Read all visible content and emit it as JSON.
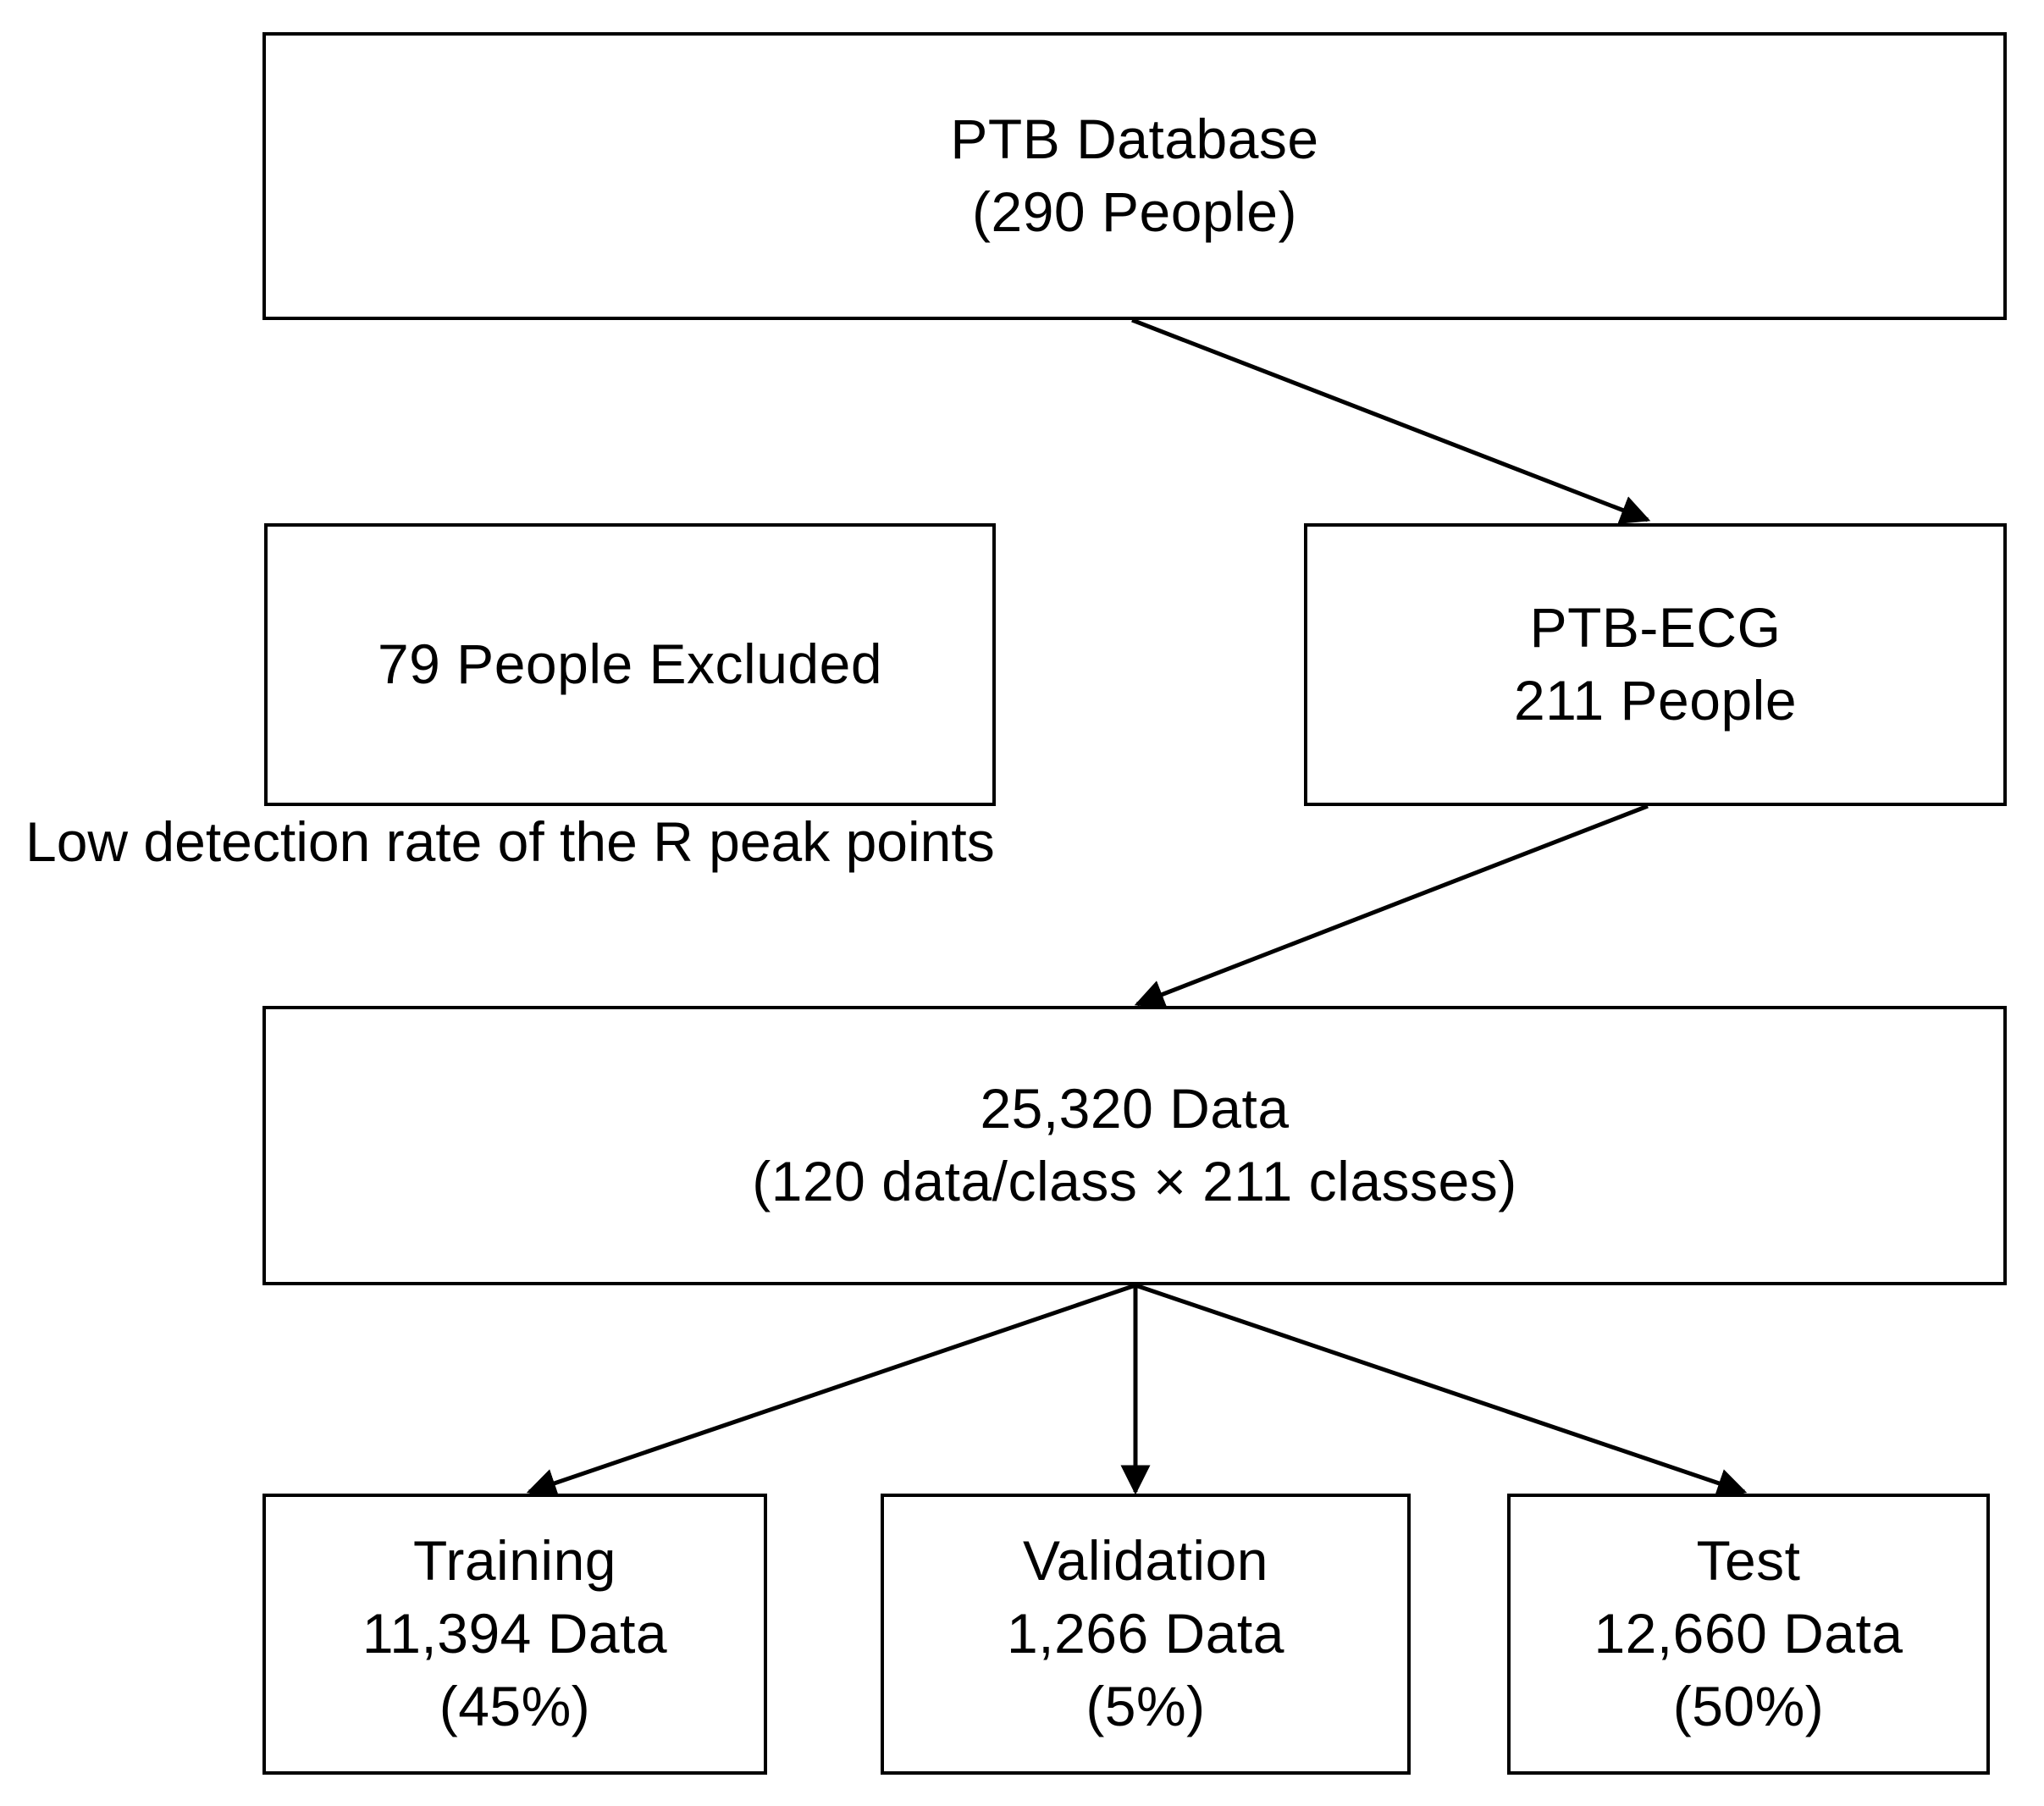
{
  "diagram": {
    "title": "PTB dataset split flowchart",
    "stroke_color": "#000000",
    "background_color": "#ffffff",
    "boxes": [
      {
        "id": "ptb-database",
        "lines": [
          "PTB Database",
          "(290 People)"
        ]
      },
      {
        "id": "excluded",
        "lines": [
          "79 People Excluded"
        ]
      },
      {
        "id": "ptb-ecg",
        "lines": [
          "PTB-ECG",
          "211 People"
        ]
      },
      {
        "id": "dataset",
        "lines": [
          "25,320 Data",
          "(120 data/class × 211 classes)"
        ]
      },
      {
        "id": "training",
        "lines": [
          "Training",
          "11,394 Data",
          "(45%)"
        ]
      },
      {
        "id": "validation",
        "lines": [
          "Validation",
          "1,266 Data",
          "(5%)"
        ]
      },
      {
        "id": "test",
        "lines": [
          "Test",
          "12,660 Data",
          "(50%)"
        ]
      }
    ],
    "caption": "Low detection rate of the R peak points"
  },
  "chart_data": {
    "type": "table",
    "title": "PTB Database data partition flowchart",
    "nodes": [
      {
        "name": "PTB Database",
        "people": 290,
        "label": "PTB Database (290 People)"
      },
      {
        "name": "79 People Excluded",
        "people": 79,
        "label": "79 People Excluded",
        "reason": "Low detection rate of the R peak points"
      },
      {
        "name": "PTB-ECG",
        "people": 211,
        "label": "PTB-ECG 211 People"
      },
      {
        "name": "25,320 Data",
        "data": 25320,
        "data_per_class": 120,
        "classes": 211,
        "label": "25,320 Data (120 data/class × 211 classes)"
      },
      {
        "name": "Training",
        "data": 11394,
        "percent": 45,
        "label": "Training 11,394 Data (45%)"
      },
      {
        "name": "Validation",
        "data": 1266,
        "percent": 5,
        "label": "Validation 1,266 Data (5%)"
      },
      {
        "name": "Test",
        "data": 12660,
        "percent": 50,
        "label": "Test 12,660 Data (50%)"
      }
    ],
    "edges": [
      {
        "from": "PTB Database",
        "to": "PTB-ECG"
      },
      {
        "from": "PTB-ECG",
        "to": "25,320 Data"
      },
      {
        "from": "25,320 Data",
        "to": "Training"
      },
      {
        "from": "25,320 Data",
        "to": "Validation"
      },
      {
        "from": "25,320 Data",
        "to": "Test"
      }
    ]
  }
}
